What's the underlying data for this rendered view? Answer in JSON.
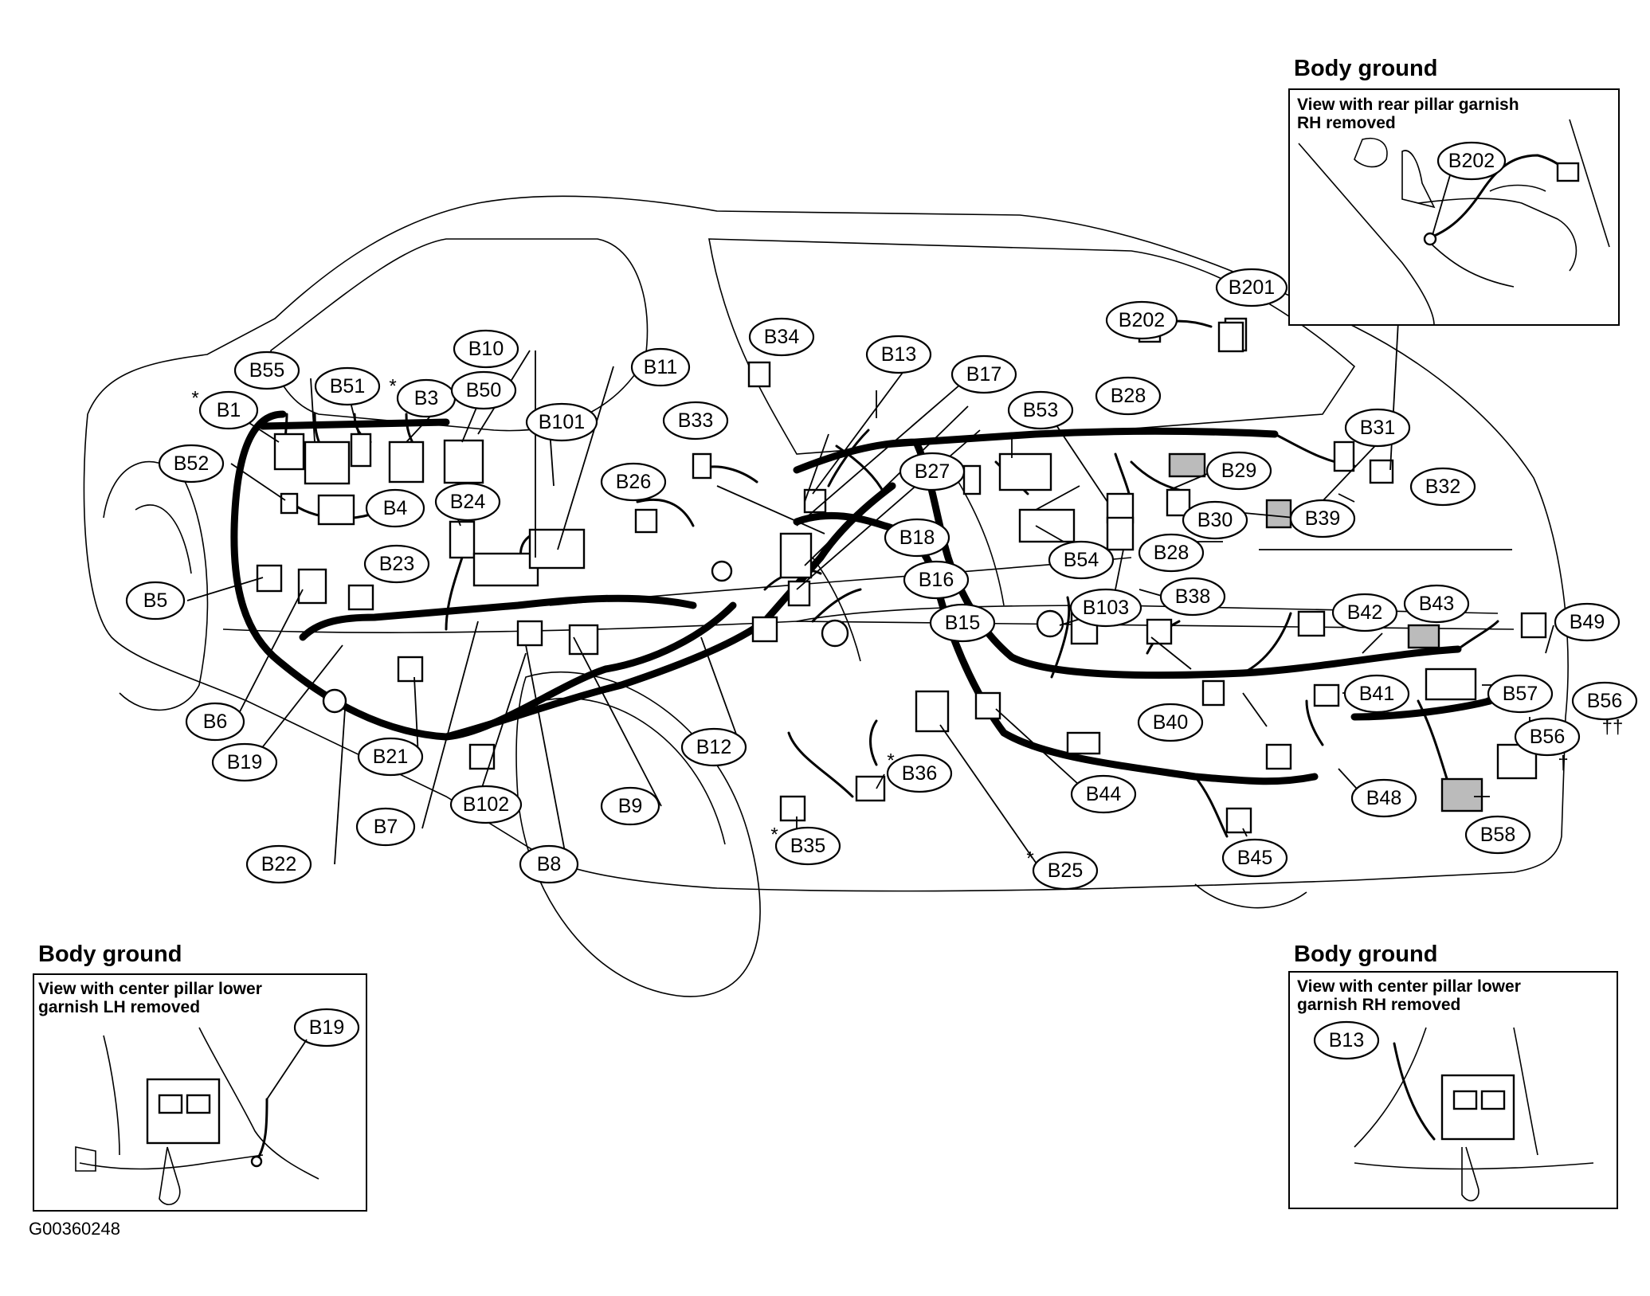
{
  "insets": {
    "rear_pillar": {
      "title": "Body ground",
      "caption_line1": "View with rear pillar garnish",
      "caption_line2": "RH removed",
      "label": "B202"
    },
    "center_lh": {
      "title": "Body ground",
      "caption_line1": "View with center pillar lower",
      "caption_line2": "garnish LH removed",
      "label": "B19"
    },
    "center_rh": {
      "title": "Body ground",
      "caption_line1": "View with center pillar lower",
      "caption_line2": "garnish RH removed",
      "label": "B13"
    }
  },
  "figure_code": "G00360248",
  "connectors": [
    {
      "label": "B1",
      "star": "*"
    },
    {
      "label": "B55"
    },
    {
      "label": "B51"
    },
    {
      "label": "B3",
      "star": "*"
    },
    {
      "label": "B50"
    },
    {
      "label": "B10"
    },
    {
      "label": "B11"
    },
    {
      "label": "B101"
    },
    {
      "label": "B52"
    },
    {
      "label": "B4"
    },
    {
      "label": "B24"
    },
    {
      "label": "B23"
    },
    {
      "label": "B5"
    },
    {
      "label": "B6"
    },
    {
      "label": "B19"
    },
    {
      "label": "B21"
    },
    {
      "label": "B7"
    },
    {
      "label": "B22"
    },
    {
      "label": "B102"
    },
    {
      "label": "B8"
    },
    {
      "label": "B9"
    },
    {
      "label": "B12"
    },
    {
      "label": "B34"
    },
    {
      "label": "B33"
    },
    {
      "label": "B26"
    },
    {
      "label": "B13"
    },
    {
      "label": "B17"
    },
    {
      "label": "B27"
    },
    {
      "label": "B18"
    },
    {
      "label": "B16"
    },
    {
      "label": "B15"
    },
    {
      "label": "B53"
    },
    {
      "label": "B28"
    },
    {
      "label": "B29"
    },
    {
      "label": "B30"
    },
    {
      "label": "B54"
    },
    {
      "label": "B28"
    },
    {
      "label": "B202"
    },
    {
      "label": "B201"
    },
    {
      "label": "B31"
    },
    {
      "label": "B32"
    },
    {
      "label": "B39"
    },
    {
      "label": "B103"
    },
    {
      "label": "B38"
    },
    {
      "label": "B42"
    },
    {
      "label": "B43"
    },
    {
      "label": "B49"
    },
    {
      "label": "B40"
    },
    {
      "label": "B41"
    },
    {
      "label": "B57"
    },
    {
      "label": "B56",
      "star": "††"
    },
    {
      "label": "B56",
      "star": "†"
    },
    {
      "label": "B48"
    },
    {
      "label": "B58"
    },
    {
      "label": "B45"
    },
    {
      "label": "B44"
    },
    {
      "label": "B36",
      "star": "*"
    },
    {
      "label": "B35",
      "star": "*"
    },
    {
      "label": "B25",
      "star": "*"
    }
  ]
}
